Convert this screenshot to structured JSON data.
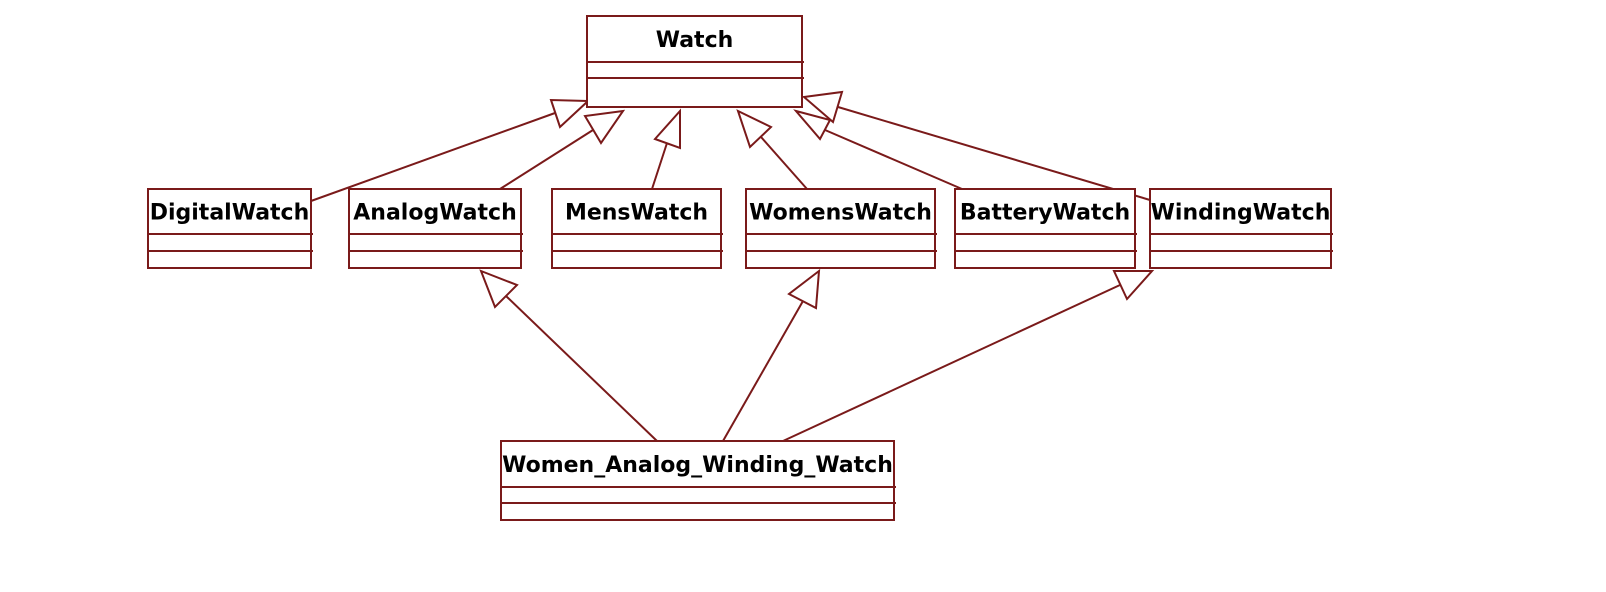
{
  "diagram": {
    "type": "UML class diagram",
    "line_color": "#7a1a1a",
    "text_color": "#000000",
    "background": "#ffffff",
    "classes": [
      {
        "id": "watch",
        "name": "Watch"
      },
      {
        "id": "digital",
        "name": "DigitalWatch"
      },
      {
        "id": "analog",
        "name": "AnalogWatch"
      },
      {
        "id": "mens",
        "name": "MensWatch"
      },
      {
        "id": "womens",
        "name": "WomensWatch"
      },
      {
        "id": "battery",
        "name": "BatteryWatch"
      },
      {
        "id": "winding",
        "name": "WindingWatch"
      },
      {
        "id": "waww",
        "name": "Women_Analog_Winding_Watch"
      }
    ],
    "generalizations": [
      {
        "child": "digital",
        "parent": "watch"
      },
      {
        "child": "analog",
        "parent": "watch"
      },
      {
        "child": "mens",
        "parent": "watch"
      },
      {
        "child": "womens",
        "parent": "watch"
      },
      {
        "child": "battery",
        "parent": "watch"
      },
      {
        "child": "winding",
        "parent": "watch"
      },
      {
        "child": "waww",
        "parent": "analog"
      },
      {
        "child": "waww",
        "parent": "womens"
      },
      {
        "child": "waww",
        "parent": "winding"
      }
    ]
  }
}
